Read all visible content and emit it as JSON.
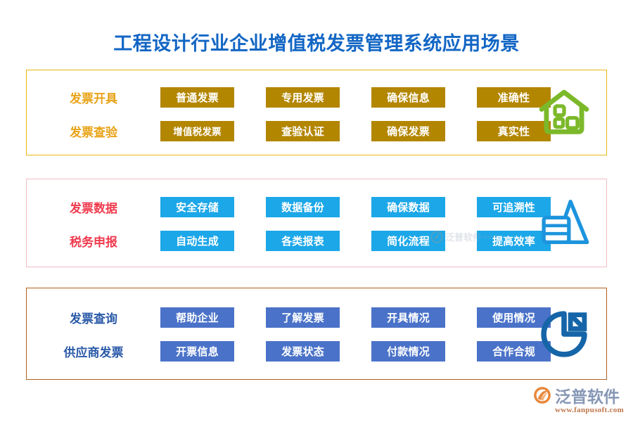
{
  "page": {
    "title": "工程设计行业企业增值税发票管理系统应用场景",
    "title_color": "#1266c4",
    "background": "#ffffff"
  },
  "cards": [
    {
      "id": "invoicing",
      "border_color": "#e8b712",
      "label_color": "#e8a317",
      "tag_color": "#b38600",
      "icon": "house-icon",
      "icon_color": "#7cb92a",
      "rows": [
        {
          "label": "发票开具",
          "tags": [
            "普通发票",
            "专用发票",
            "确保信息",
            "准确性"
          ]
        },
        {
          "label": "发票查验",
          "tags": [
            "增值税发票",
            "查验认证",
            "确保发票",
            "真实性"
          ]
        }
      ]
    },
    {
      "id": "data",
      "border_color": "#f3bcc4",
      "label_color": "#ef3b4e",
      "tag_color": "#1ca7e8",
      "icon": "bar-chart-triangle-icon",
      "icon_color": "#1d94dd",
      "rows": [
        {
          "label": "发票数据",
          "tags": [
            "安全存储",
            "数据备份",
            "确保数据",
            "可追溯性"
          ]
        },
        {
          "label": "税务申报",
          "tags": [
            "自动生成",
            "各类报表",
            "简化流程",
            "提高效率"
          ]
        }
      ]
    },
    {
      "id": "query",
      "border_color": "#b2601c",
      "label_color": "#2b5aa8",
      "tag_color": "#4a72c8",
      "icon": "pie-chart-icon",
      "icon_color": "#1565a8",
      "rows": [
        {
          "label": "发票查询",
          "tags": [
            "帮助企业",
            "了解发票",
            "开具情况",
            "使用情况"
          ]
        },
        {
          "label": "供应商发票",
          "tags": [
            "开票信息",
            "发票状态",
            "付款情况",
            "合作合规"
          ]
        }
      ]
    }
  ],
  "watermark": {
    "text": "泛普软件",
    "sub": "fanpusoft"
  },
  "footer_logo": {
    "text": "泛普软件",
    "url": "www.fanpusoft.com"
  }
}
